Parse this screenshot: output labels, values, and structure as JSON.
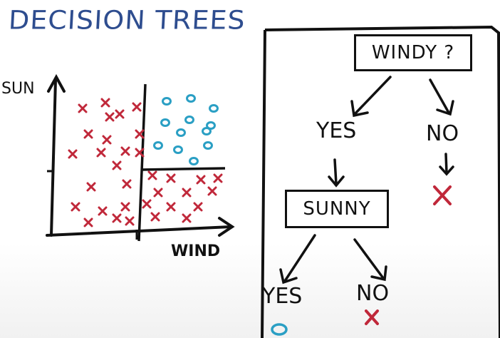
{
  "title": "DECISION TREES",
  "plot": {
    "y_axis_label": "SUN",
    "x_axis_label": "WIND",
    "cross_color": "#c0283a",
    "circle_color": "#2a9fc4"
  },
  "tree": {
    "root": "WINDY ?",
    "root_yes": "YES",
    "root_no": "NO",
    "child": "SUNNY",
    "child_yes": "YES",
    "child_no": "NO"
  },
  "colors": {
    "title": "#2e4d8f",
    "ink": "#111111",
    "cross": "#c0283a",
    "circle": "#2a9fc4"
  }
}
